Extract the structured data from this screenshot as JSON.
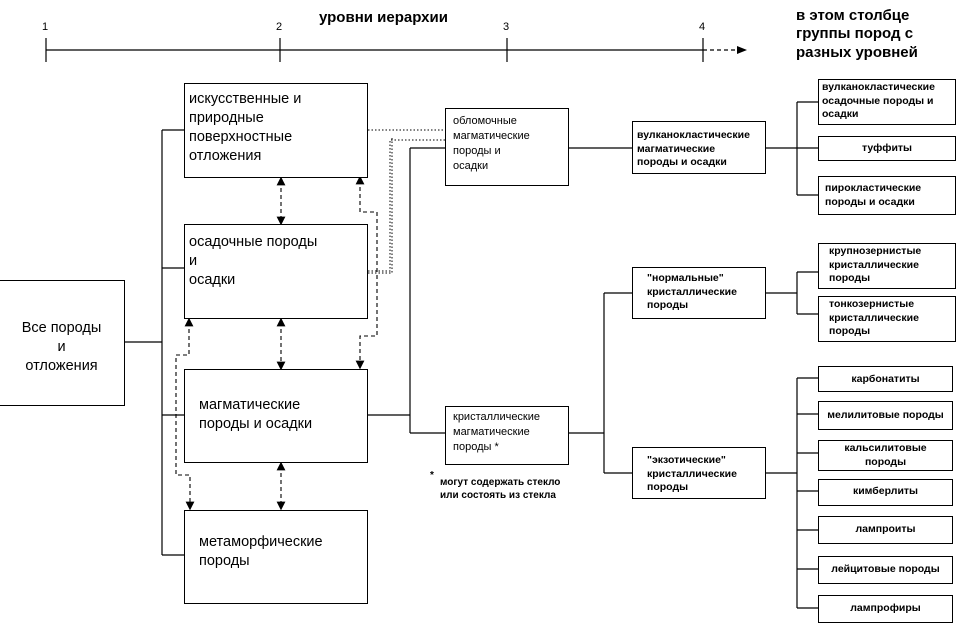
{
  "header": {
    "levels_title": "уровни иерархии",
    "ticks": [
      "1",
      "2",
      "3",
      "4"
    ],
    "column_note": "в этом столбце\nгруппы пород с\nразных уровней"
  },
  "level1": {
    "all": "Все породы\nи\nотложения"
  },
  "level2": {
    "artificial": "искусственные и\nприродные\nповерхностные\nотложения",
    "sedimentary": "осадочные породы\nи\nосадки",
    "magmatic": "магматические\nпороды и осадки",
    "metamorphic": "метаморфические\nпороды"
  },
  "level3": {
    "clastic": "обломочные\nмагматические\nпороды и\nосадки",
    "crystalline": "кристаллические\nмагматические\nпороды  *",
    "footnote_mark": "*",
    "footnote": "могут содержать стекло\nили состоять из стекла"
  },
  "level4": {
    "volcaniclastic": "вулканокластические\nмагматические\nпороды и осадки",
    "normal": "\"нормальные\"\nкристаллические\nпороды",
    "exotic": "\"экзотические\"\nкристаллические\nпороды"
  },
  "groups": {
    "volcaniclastic_sed": "вулканокластические\nосадочные породы и\nосадки",
    "tuffites": "туффиты",
    "pyroclastic": "пирокластические\nпороды и осадки",
    "coarse": "крупнозернистые\nкристаллические\nпороды",
    "fine": "тонкозернистые\nкристаллические\nпороды",
    "carbonatites": "карбонатиты",
    "melilite": "мелилитовые породы",
    "kalsilite": "кальсилитовые\nпороды",
    "kimberlites": "кимберлиты",
    "lamproites": "лампроиты",
    "leucite": "лейцитовые породы",
    "lamprophyres": "лампрофиры"
  }
}
